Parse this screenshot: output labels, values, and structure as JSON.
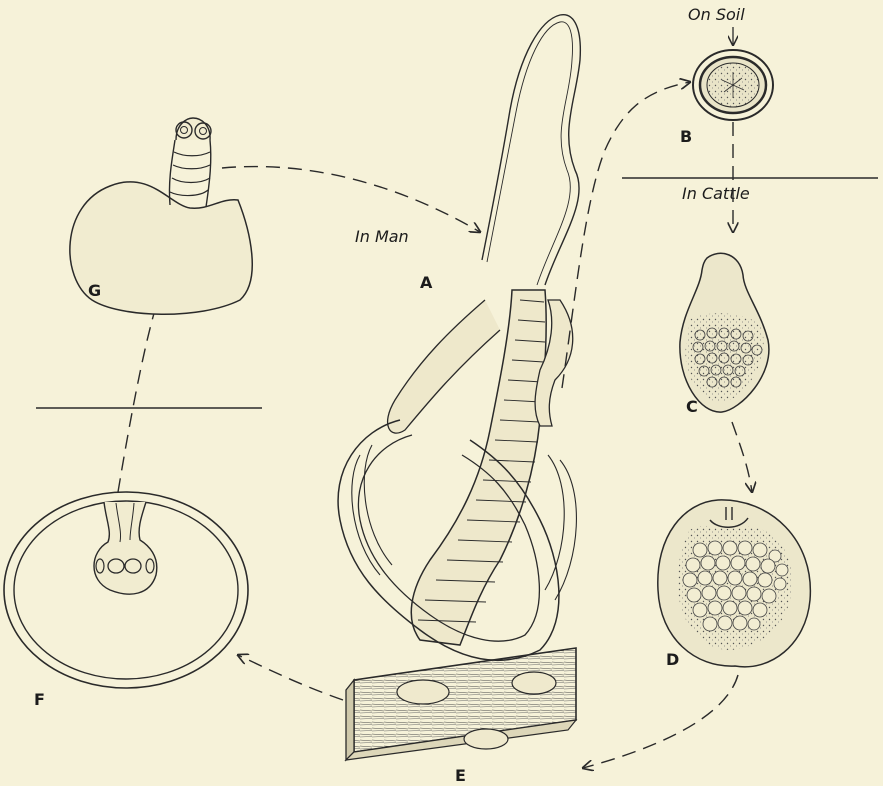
{
  "captions": {
    "on_soil": "On Soil",
    "in_cattle": "In Cattle",
    "in_man": "In Man"
  },
  "labels": {
    "a": "A",
    "b": "B",
    "c": "C",
    "d": "D",
    "e": "E",
    "f": "F",
    "g": "G"
  }
}
